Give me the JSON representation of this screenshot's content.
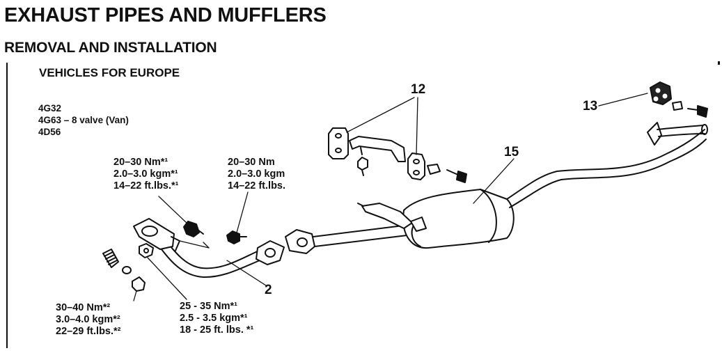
{
  "header": {
    "title": "EXHAUST PIPES AND MUFFLERS",
    "section": "REMOVAL AND INSTALLATION",
    "subsection": "VEHICLES FOR EUROPE"
  },
  "engines": [
    "4G32",
    "4G63 – 8 valve (Van)",
    "4D56"
  ],
  "torque_specs": {
    "front_pipe_bolt": {
      "nm": "20–30 Nm*¹",
      "kgm": "2.0–3.0 kgm*¹",
      "ftlbs": "14–22 ft.lbs.*¹"
    },
    "pipe_flange_bolt": {
      "nm": "20–30 Nm",
      "kgm": "2.0–3.0 kgm",
      "ftlbs": "14–22 ft.lbs."
    },
    "manifold_stud_nut": {
      "nm": "30–40 Nm*²",
      "kgm": "3.0–4.0 kgm*²",
      "ftlbs": "22–29 ft.lbs.*²"
    },
    "manifold_nut": {
      "nm": "25 - 35 Nm*¹",
      "kgm": "2.5 - 3.5 kgm*¹",
      "ftlbs": "18 - 25 ft. lbs. *¹"
    }
  },
  "callouts": {
    "hanger_bracket": "12",
    "rubber_hanger": "13",
    "main_muffler": "15",
    "front_exhaust_pipe": "2"
  },
  "colors": {
    "ink": "#111111",
    "paper": "#ffffff"
  }
}
